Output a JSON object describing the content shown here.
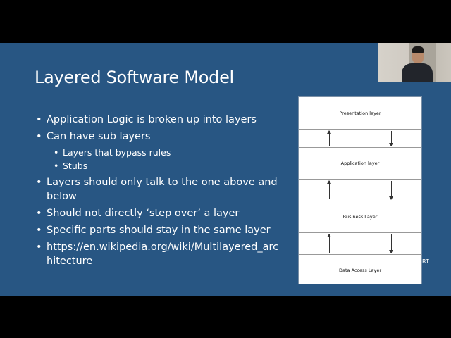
{
  "slide": {
    "title": "Layered Software Model",
    "bullets": [
      "Application Logic is broken up into layers",
      "Can have sub layers",
      "Layers that bypass rules",
      "Stubs",
      "Layers should only talk to the one above and below",
      "Should not directly ‘step over’ a layer",
      "Specific parts should stay in the same layer",
      "https://en.wikipedia.org/wiki/Multilayered_architecture"
    ],
    "partial_text": "RT"
  },
  "diagram": {
    "layers": [
      "Presentation layer",
      "Application layer",
      "Business Layer",
      "Data Access Layer"
    ]
  },
  "colors": {
    "slide_background": "#285683",
    "letterbox": "#000000",
    "text": "#ffffff"
  }
}
